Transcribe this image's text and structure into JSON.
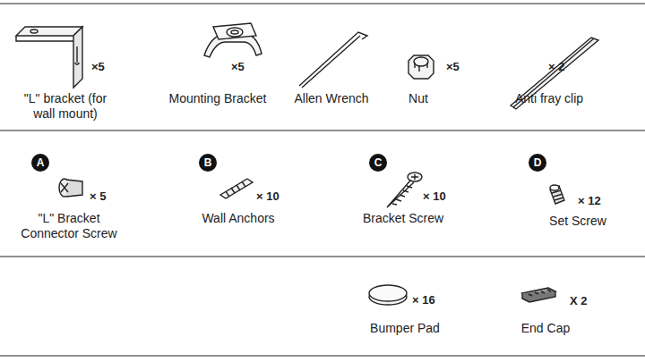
{
  "diagram": {
    "nodes": [
      {
        "text": [
          "A"
        ]
      },
      {
        "text": [
          "B"
        ]
      },
      {
        "text": [
          "C"
        ]
      },
      {
        "text": [
          "D"
        ]
      }
    ],
    "labels": [
      "×5",
      "\"L\" bracket (for wall mount)",
      "×5",
      "Mounting Bracket",
      "Allen Wrench",
      "×5",
      "Nut",
      "× 2",
      "Anti fray clip",
      "× 5",
      "\"L\" Bracket Connector Screw",
      "× 10",
      "Wall Anchors",
      "× 10",
      "Bracket Screw",
      "× 12",
      "Set Screw",
      "× 16",
      "Bumper Pad",
      "X 2",
      "End Cap"
    ]
  }
}
